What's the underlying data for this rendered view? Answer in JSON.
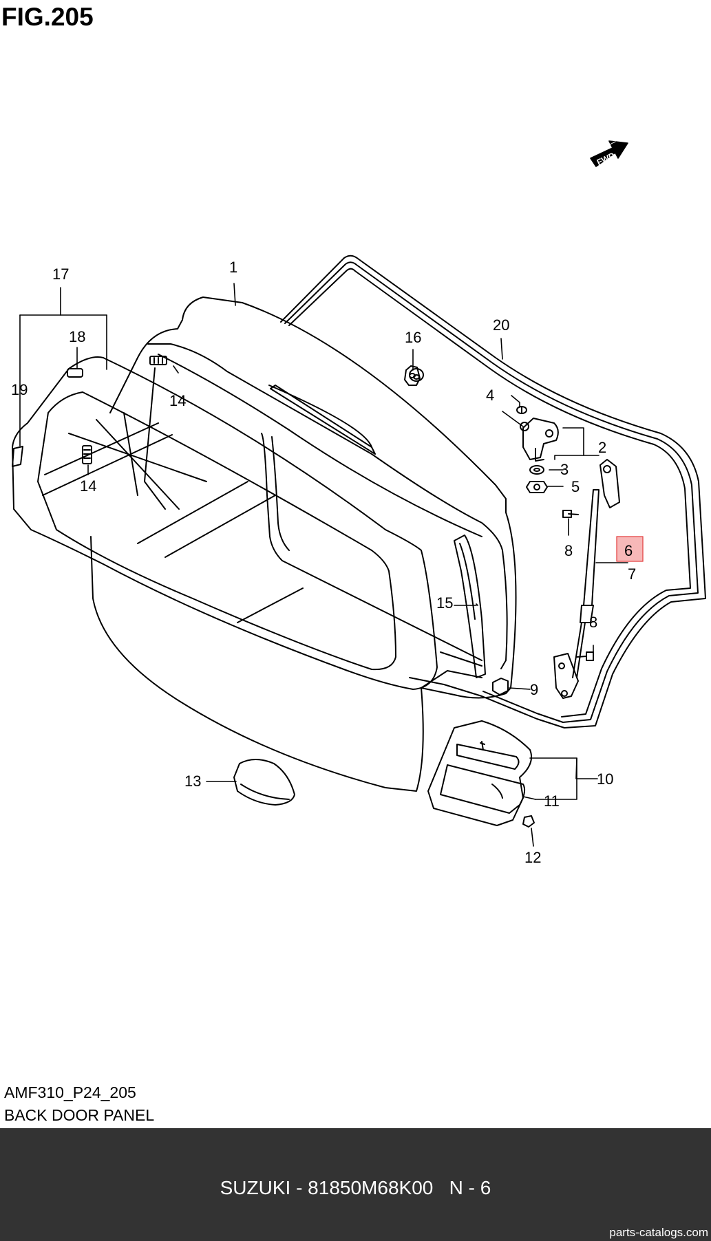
{
  "figure": {
    "title": "FIG.205"
  },
  "callouts": {
    "c1": "1",
    "c2": "2",
    "c3": "3",
    "c4": "4",
    "c5": "5",
    "c6": "6",
    "c7": "7",
    "c8a": "8",
    "c8b": "8",
    "c9": "9",
    "c10": "10",
    "c11a": "11",
    "c12": "12",
    "c13": "13",
    "c14a": "14",
    "c14b": "14",
    "c15": "15",
    "c16": "16",
    "c17": "17",
    "c18": "18",
    "c19": "19",
    "c20": "20"
  },
  "fwd_label": "FWD",
  "highlight": {
    "part": "6",
    "color": "#f7b8b8",
    "border": "#e23a3a"
  },
  "caption": {
    "code": "AMF310_P24_205",
    "name": "BACK DOOR PANEL"
  },
  "footer": {
    "text": "SUZUKI - 81850M68K00   N - 6",
    "watermark": "parts-catalogs.com"
  },
  "colors": {
    "footer_bg": "#333333",
    "line": "#000000"
  }
}
